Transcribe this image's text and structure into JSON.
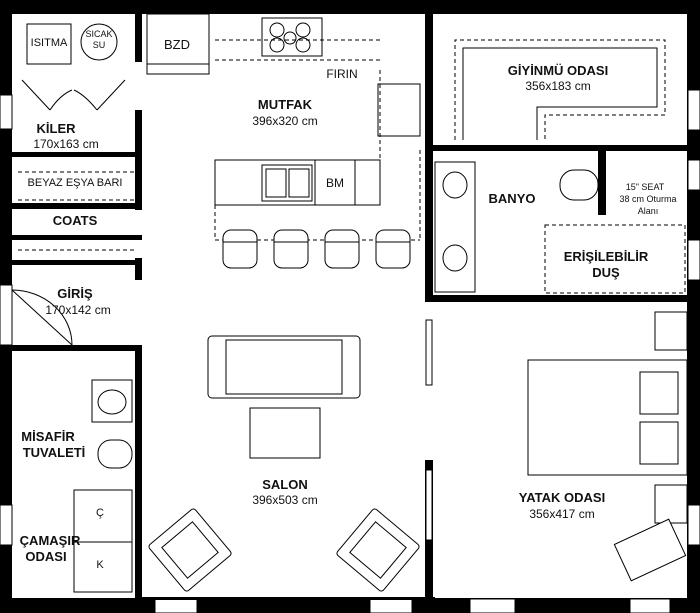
{
  "rooms": {
    "kiler": {
      "name": "KİLER",
      "size": "170x163 cm"
    },
    "mutfak": {
      "name": "MUTFAK",
      "size": "396x320 cm"
    },
    "giyinme": {
      "name": "GİYİNMÜ ODASI",
      "size": "356x183 cm"
    },
    "banyo": {
      "name": "BANYO"
    },
    "dus": {
      "name_line1": "ERİŞİLEBİLİR",
      "name_line2": "DUŞ"
    },
    "giris": {
      "name": "GİRİŞ",
      "size": "170x142 cm"
    },
    "misafir": {
      "name_line1": "MİSAFİR",
      "name_line2": "TUVALETİ"
    },
    "camasir": {
      "name_line1": "ÇAMAŞIR",
      "name_line2": "ODASI"
    },
    "salon": {
      "name": "SALON",
      "size": "396x503 cm"
    },
    "yatak": {
      "name": "YATAK ODASI",
      "size": "356x417 cm"
    }
  },
  "fixtures": {
    "isitma": "ISITMA",
    "sicak_su_line1": "SICAK",
    "sicak_su_line2": "SU",
    "bzd": "BZD",
    "firin": "FIRIN",
    "bm": "BM",
    "beyaz_esya": "BEYAZ EŞYA BARI",
    "coats": "COATS",
    "seat_line1": "15\" SEAT",
    "seat_line2": "38 cm Oturma",
    "seat_line3": "Alanı",
    "c_letter": "Ç",
    "k_letter": "K"
  }
}
